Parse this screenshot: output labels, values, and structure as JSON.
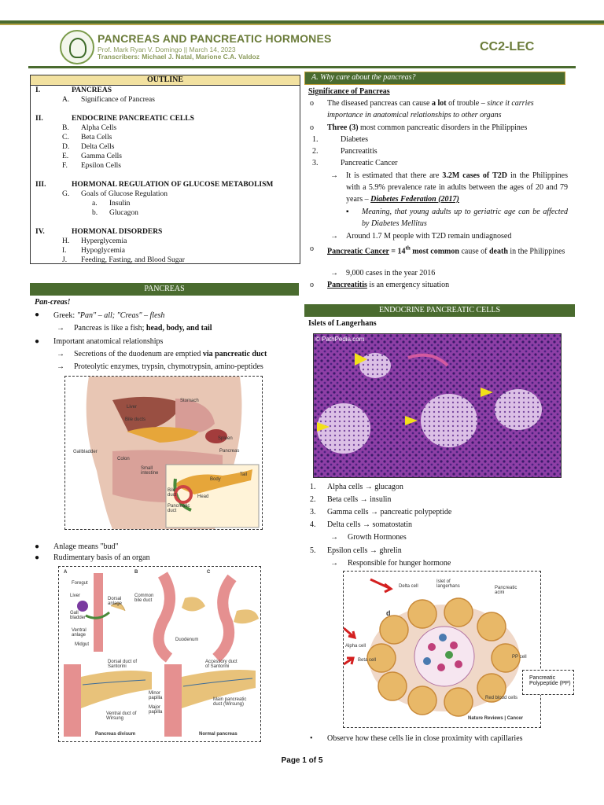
{
  "header": {
    "title": "PANCREAS AND PANCREATIC HORMONES",
    "prof": "Prof. Mark Ryan V. Domingo || March 14, 2023",
    "transcribers": "Transcribers: Michael J. Natal, Marione C.A. Valdoz",
    "course": "CC2-LEC"
  },
  "outline": {
    "heading": "OUTLINE",
    "s1_num": "I.",
    "s1": "PANCREAS",
    "s1a_num": "A.",
    "s1a": "Significance of Pancreas",
    "s2_num": "II.",
    "s2": "ENDOCRINE PANCREATIC CELLS",
    "s2b_num": "B.",
    "s2b": "Alpha Cells",
    "s2c_num": "C.",
    "s2c": "Beta Cells",
    "s2d_num": "D.",
    "s2d": "Delta Cells",
    "s2e_num": "E.",
    "s2e": "Gamma Cells",
    "s2f_num": "F.",
    "s2f": "Epsilon Cells",
    "s3_num": "III.",
    "s3": "HORMONAL REGULATION OF GLUCOSE METABOLISM",
    "s3g_num": "G.",
    "s3g": "Goals of Glucose Regulation",
    "s3ga_num": "a.",
    "s3ga": "Insulin",
    "s3gb_num": "b.",
    "s3gb": "Glucagon",
    "s4_num": "IV.",
    "s4": "HORMONAL DISORDERS",
    "s4h_num": "H.",
    "s4h": "Hyperglycemia",
    "s4i_num": "I.",
    "s4i": "Hypoglycemia",
    "s4j_num": "J.",
    "s4j": "Feeding, Fasting, and Blood Sugar"
  },
  "pancreas": {
    "bar": "PANCREAS",
    "subtitle": "Pan-creas!",
    "greek_a": "Greek: ",
    "greek_b": "\"Pan\" – all; \"Creas\" – flesh",
    "fish_a": "Pancreas is like a fish; ",
    "fish_b": "head, body, and tail",
    "relationships": "Important anatomical relationships",
    "secretions_a": "Secretions of the duodenum are emptied ",
    "secretions_b": "via pancreatic duct",
    "enzymes": "Proteolytic enzymes, trypsin, chymotrypsin, amino-peptides",
    "anlage": "Anlage means \"bud\"",
    "rudimentary": "Rudimentary basis of an organ"
  },
  "fig1": {
    "liver": "Liver",
    "stomach": "Stomach",
    "bile_ducts": "Bile ducts",
    "spleen": "Spleen",
    "gallbladder": "Gallbladder",
    "colon": "Colon",
    "pancreas": "Pancreas",
    "small_intestine": "Small intestine",
    "body": "Body",
    "tail": "Tail",
    "bile_duct": "Bile duct",
    "head": "Head",
    "pancreatic_duct": "Pancreatic duct"
  },
  "fig2": {
    "a": "A",
    "b": "B",
    "c": "C",
    "foregut": "Foregut",
    "liver": "Liver",
    "gall_bladder": "Gall bladder",
    "dorsal_anlage": "Dorsal anlage",
    "common_bile_duct": "Common bile duct",
    "ventral_anlage": "Ventral anlage",
    "midgut": "Midgut",
    "duodenum": "Duodenum",
    "dorsal_duct": "Dorsal duct of Santorini",
    "minor_papilla": "Minor papilla",
    "major_papilla": "Major papilla",
    "ventral_duct": "Ventral duct of Wirsung",
    "accessory_duct": "Accessory duct of Santorini",
    "main_duct": "Main pancreatic duct (Wirsung)",
    "divisum": "Pancreas divisum",
    "normal": "Normal pancreas"
  },
  "why": {
    "bar": "A.    Why care about the pancreas?",
    "heading": "Significance of Pancreas",
    "p1_a": "The diseased pancreas can cause ",
    "p1_b": "a lot",
    "p1_c": " of trouble – ",
    "p1_d": "since it carries importance in anatomical relationships to other organs",
    "p2_a": "Three (3)",
    "p2_b": " most common pancreatic disorders in the Philippines",
    "d1_num": "1.",
    "d1": "Diabetes",
    "d2_num": "2.",
    "d2": "Pancreatitis",
    "d3_num": "3.",
    "d3": "Pancreatic Cancer",
    "est_a": "It is estimated that there are ",
    "est_b": "3.2M cases of T2D",
    "est_c": " in the Philippines with a 5.9% prevalence rate in adults between the ages of 20 and 79 years – ",
    "est_d": "Diabetes Federation (2017)",
    "meaning": "Meaning, that young adults up to geriatric age can be affected by Diabetes Mellitus",
    "undiag": "Around 1.7 M people with T2D remain undiagnosed",
    "cancer_a": "Pancreatic Cancer",
    "cancer_b": " = ",
    "cancer_c": "14",
    "cancer_sup": "th",
    "cancer_d": " most common",
    "cancer_e": " cause of ",
    "cancer_f": "death",
    "cancer_g": " in the Philippines",
    "cases": "9,000 cases in the year 2016",
    "pancreatitis_a": "Pancreatitis",
    "pancreatitis_b": " is an emergency situation"
  },
  "endocrine": {
    "bar": "ENDOCRINE PANCREATIC CELLS",
    "islets": "Islets of Langerhans",
    "watermark": "© PathPedia.com",
    "c1_num": "1.",
    "c1": "Alpha cells → glucagon",
    "c2_num": "2.",
    "c2": "Beta cells → insulin",
    "c3_num": "3.",
    "c3": "Gamma cells → pancreatic polypeptide",
    "c4_num": "4.",
    "c4": "Delta cells → somatostatin",
    "c4sub": "Growth Hormones",
    "c5_num": "5.",
    "c5": "Epsilon cells → ghrelin",
    "c5sub": "Responsible for hunger hormone",
    "observe": "Observe how these cells lie in close proximity with capillaries"
  },
  "fig3": {
    "delta": "Delta cell",
    "islet": "Islet of langerhans",
    "acini": "Pancreatic acini",
    "d": "d",
    "alpha": "Alpha cell",
    "beta": "Beta cell",
    "pp": "PP cell",
    "rbc": "Red blood cells",
    "source": "Nature Reviews | Cancer",
    "callout": "Pancreatic Polypeptide (PP)"
  },
  "footer": "Page 1 of 5",
  "colors": {
    "green": "#4a6b2f",
    "gold": "#c2a13a",
    "outline_head": "#f2e1a0"
  }
}
